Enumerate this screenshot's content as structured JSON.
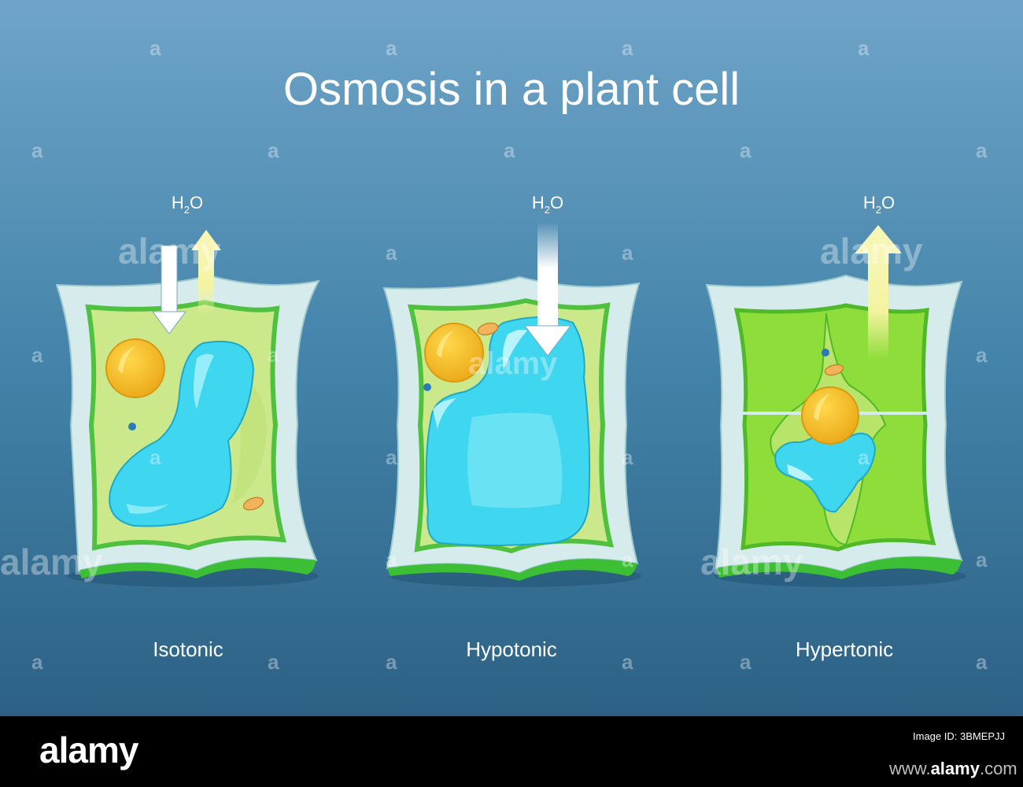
{
  "title": "Osmosis in a plant cell",
  "cells": [
    {
      "id": "isotonic",
      "label": "Isotonic",
      "water_label": "H",
      "water_sub": "2",
      "water_tail": "O"
    },
    {
      "id": "hypotonic",
      "label": "Hypotonic",
      "water_label": "H",
      "water_sub": "2",
      "water_tail": "O"
    },
    {
      "id": "hypertonic",
      "label": "Hypertonic",
      "water_label": "H",
      "water_sub": "2",
      "water_tail": "O"
    }
  ],
  "watermark": {
    "text": "alamy",
    "small": "a"
  },
  "footer": {
    "logo": "alamy",
    "image_id_label": "Image ID:",
    "image_id": "3BMEPJJ",
    "site_prefix": "www.",
    "site_name": "alamy",
    "site_suffix": ".com"
  },
  "colors": {
    "background_top": "#6fa4c8",
    "background_bottom": "#2c6184",
    "cell_wall": "#d6ecec",
    "cytoplasm": "#cbe98a",
    "membrane": "#4fc13f",
    "vacuole": "#3fd6ef",
    "nucleus": "#f2c12a",
    "arrow_in": "#ffffff",
    "arrow_out": "#f4f3a0"
  }
}
